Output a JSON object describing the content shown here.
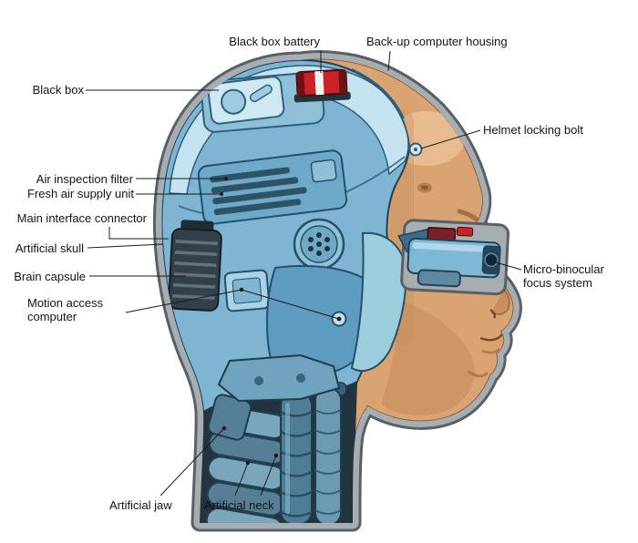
{
  "diagram": {
    "subject": "Cyborg head cutaway anatomy diagram, side profile facing right",
    "labels": {
      "black_box_battery": "Black box battery",
      "backup_computer_housing": "Back-up computer housing",
      "black_box": "Black box",
      "helmet_locking_bolt": "Helmet locking bolt",
      "air_inspection_filter": "Air inspection filter",
      "fresh_air_supply_unit": "Fresh air supply unit",
      "main_interface_connector": "Main interface connector",
      "artificial_skull": "Artificial skull",
      "brain_capsule": "Brain capsule",
      "motion_access_computer": "Motion access computer",
      "micro_binocular_focus_system": "Micro-binocular focus system",
      "artificial_jaw": "Artificial jaw",
      "artificial_neck": "Artificial neck"
    },
    "colors": {
      "helmet_light": "#c4e2ef",
      "helmet_mid": "#7fb4d2",
      "panel_blue": "#5f9dc0",
      "steel_dark": "#2f4a5a",
      "battery_red": "#cc2127",
      "skin": "#d9a472",
      "outline_grey": "#a7aeb2"
    }
  }
}
